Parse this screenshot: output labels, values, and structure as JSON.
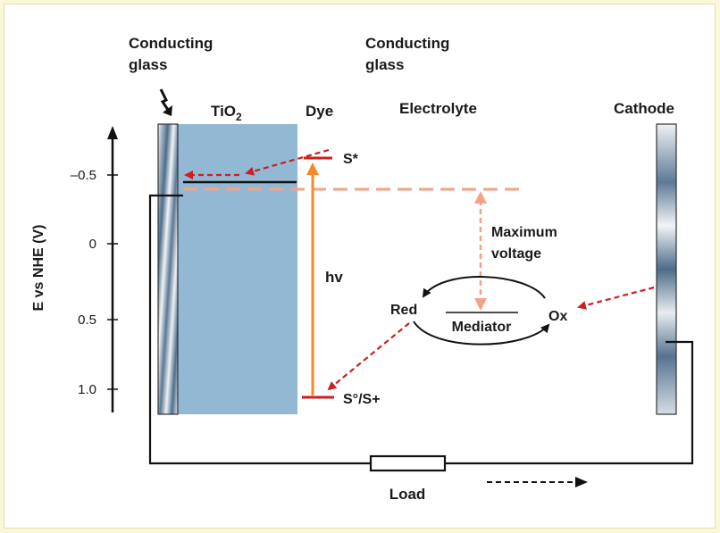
{
  "labels": {
    "conducting_glass_left_1": "Conducting",
    "conducting_glass_left_2": "glass",
    "conducting_glass_right_1": "Conducting",
    "conducting_glass_right_2": "glass",
    "tio2_main": "TiO",
    "tio2_sub": "2",
    "dye": "Dye",
    "electrolyte": "Electrolyte",
    "cathode": "Cathode",
    "s_star": "S*",
    "s_ground": "S°/S+",
    "hv": "hv",
    "max_voltage_1": "Maximum",
    "max_voltage_2": "voltage",
    "red": "Red",
    "ox": "Ox",
    "mediator": "Mediator",
    "load": "Load"
  },
  "axis": {
    "title": "E vs NHE (V)",
    "ticks": [
      "–0.5",
      "0",
      "0.5",
      "1.0"
    ]
  },
  "colors": {
    "tio2_fill": "#93b8d3",
    "electrode_level": "#c8211f",
    "arrow_orange": "#f58a2a",
    "dashed_red": "#cc1f1f",
    "dashed_salmon": "#f3a287",
    "wire": "#111111"
  }
}
